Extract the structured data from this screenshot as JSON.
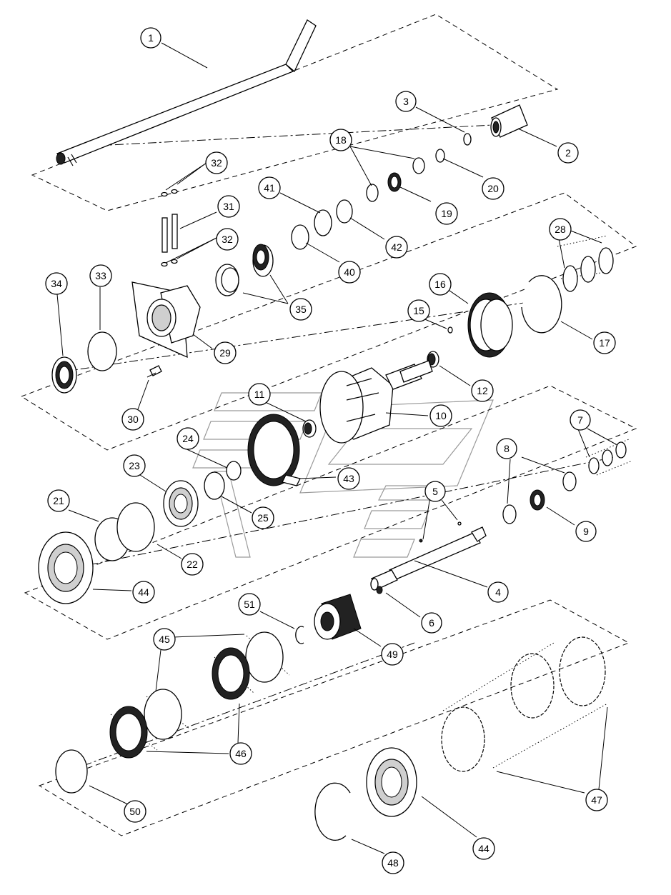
{
  "diagram": {
    "callouts": [
      {
        "id": "c1",
        "label": "1"
      },
      {
        "id": "c2",
        "label": "2"
      },
      {
        "id": "c3",
        "label": "3"
      },
      {
        "id": "c4",
        "label": "4"
      },
      {
        "id": "c5",
        "label": "5"
      },
      {
        "id": "c6",
        "label": "6"
      },
      {
        "id": "c7",
        "label": "7"
      },
      {
        "id": "c8",
        "label": "8"
      },
      {
        "id": "c9",
        "label": "9"
      },
      {
        "id": "c10",
        "label": "10"
      },
      {
        "id": "c11",
        "label": "11"
      },
      {
        "id": "c12",
        "label": "12"
      },
      {
        "id": "c15",
        "label": "15"
      },
      {
        "id": "c16",
        "label": "16"
      },
      {
        "id": "c17",
        "label": "17"
      },
      {
        "id": "c18",
        "label": "18"
      },
      {
        "id": "c19",
        "label": "19"
      },
      {
        "id": "c20",
        "label": "20"
      },
      {
        "id": "c21",
        "label": "21"
      },
      {
        "id": "c22",
        "label": "22"
      },
      {
        "id": "c23",
        "label": "23"
      },
      {
        "id": "c24",
        "label": "24"
      },
      {
        "id": "c25",
        "label": "25"
      },
      {
        "id": "c28",
        "label": "28"
      },
      {
        "id": "c29",
        "label": "29"
      },
      {
        "id": "c30",
        "label": "30"
      },
      {
        "id": "c31",
        "label": "31"
      },
      {
        "id": "c32a",
        "label": "32"
      },
      {
        "id": "c32b",
        "label": "32"
      },
      {
        "id": "c33",
        "label": "33"
      },
      {
        "id": "c34",
        "label": "34"
      },
      {
        "id": "c35",
        "label": "35"
      },
      {
        "id": "c40",
        "label": "40"
      },
      {
        "id": "c41",
        "label": "41"
      },
      {
        "id": "c42",
        "label": "42"
      },
      {
        "id": "c43",
        "label": "43"
      },
      {
        "id": "c44a",
        "label": "44"
      },
      {
        "id": "c44b",
        "label": "44"
      },
      {
        "id": "c45",
        "label": "45"
      },
      {
        "id": "c46",
        "label": "46"
      },
      {
        "id": "c47",
        "label": "47"
      },
      {
        "id": "c48",
        "label": "48"
      },
      {
        "id": "c49",
        "label": "49"
      },
      {
        "id": "c50",
        "label": "50"
      },
      {
        "id": "c51",
        "label": "51"
      }
    ]
  }
}
